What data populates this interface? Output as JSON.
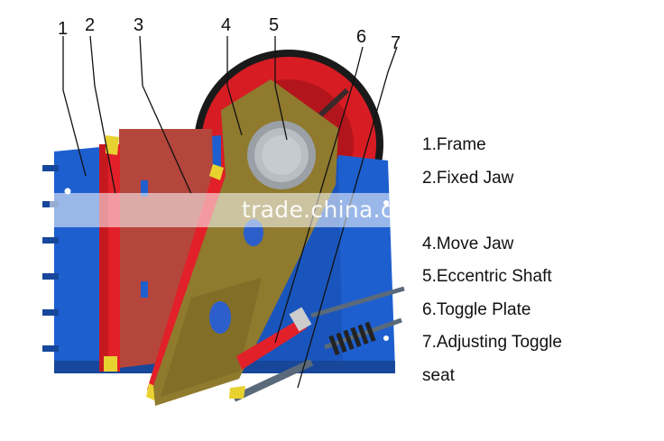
{
  "callouts": [
    "1",
    "2",
    "3",
    "4",
    "5",
    "6",
    "7"
  ],
  "legend": [
    {
      "text": "1.Frame"
    },
    {
      "text": "2.Fixed Jaw"
    },
    {
      "text": ""
    },
    {
      "text": "4.Move Jaw"
    },
    {
      "text": "5.Eccentric Shaft"
    },
    {
      "text": "6.Toggle Plate"
    },
    {
      "text": "7.Adjusting Toggle",
      "continuation": "seat"
    }
  ],
  "watermark": "trade.china.cn",
  "colors": {
    "frame": "#1e5fcf",
    "frame_dark": "#17479a",
    "fixed_jaw": "#e2202a",
    "flywheel": "#d81c24",
    "move_jaw": "#8f7a2e",
    "side_plate": "#b4463c",
    "accent": "#e8d230"
  }
}
